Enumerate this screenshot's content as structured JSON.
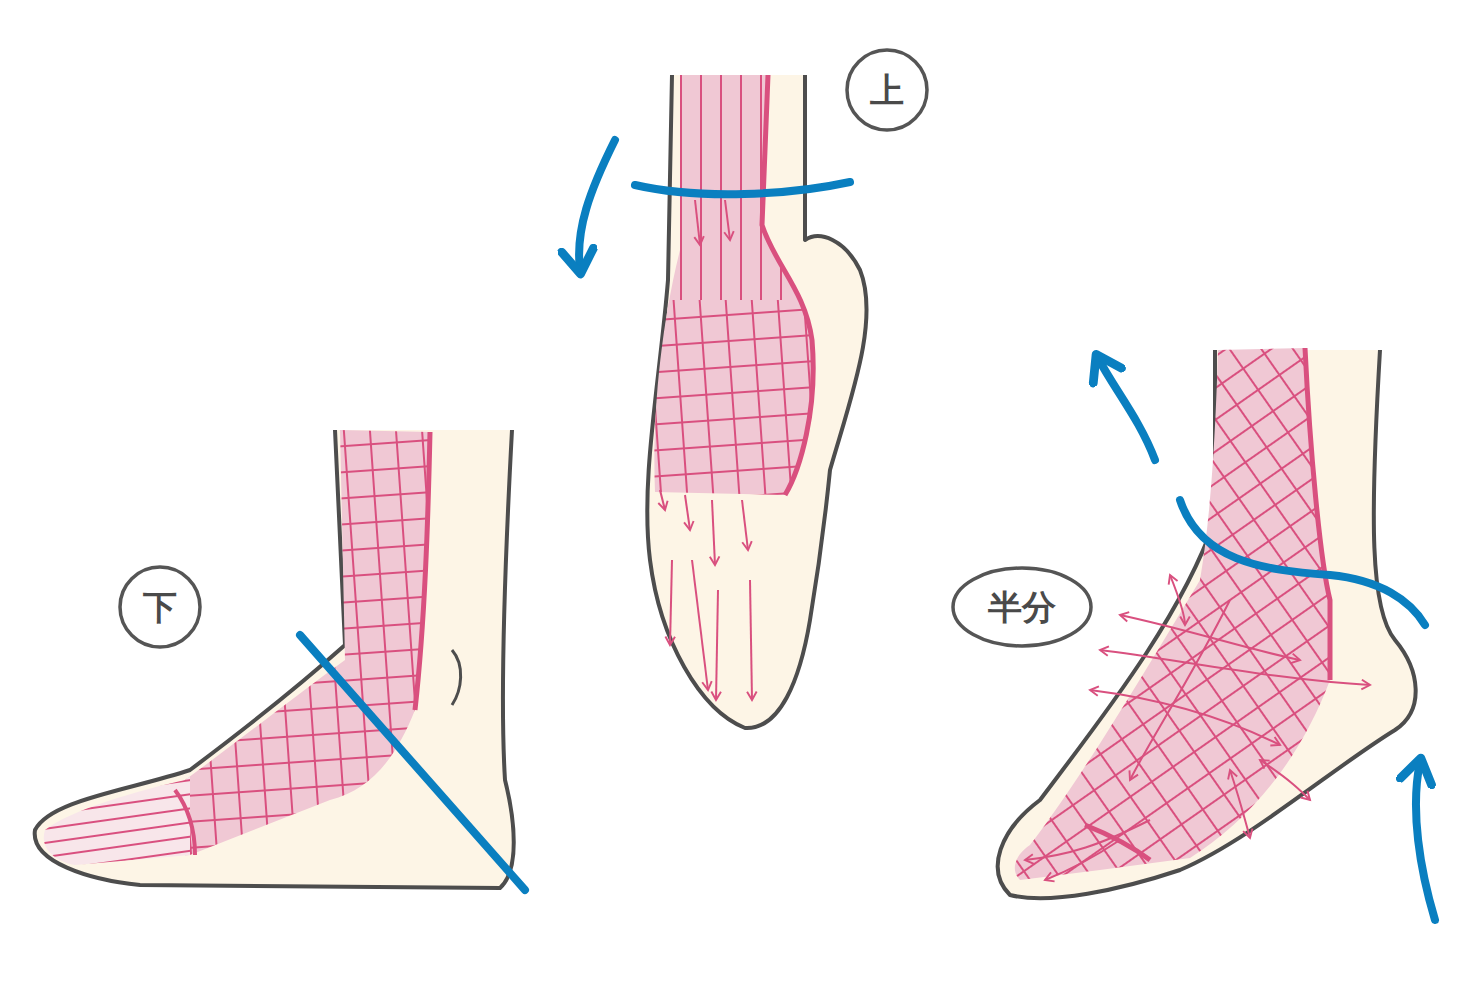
{
  "diagram": {
    "nodes": [
      {
        "text": [
          "上"
        ]
      },
      {
        "text": [
          "下"
        ]
      },
      {
        "text": [
          "半分"
        ]
      }
    ]
  }
}
